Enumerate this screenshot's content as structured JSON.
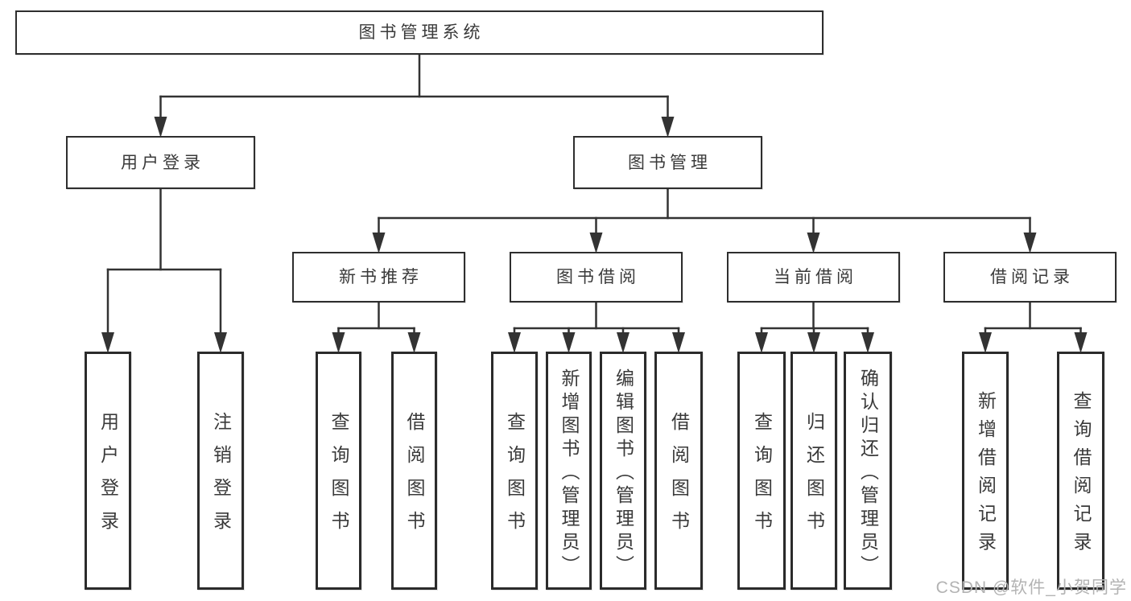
{
  "diagram": {
    "type": "hierarchy-tree",
    "title": "图书管理系统",
    "nodes": [
      {
        "id": "root",
        "label": "图书管理系统",
        "parent": null
      },
      {
        "id": "user-login",
        "label": "用户登录",
        "parent": "root"
      },
      {
        "id": "book-management",
        "label": "图书管理",
        "parent": "root"
      },
      {
        "id": "leaf-user-login",
        "label": "用户登录",
        "parent": "user-login"
      },
      {
        "id": "leaf-logout-login",
        "label": "注销登录",
        "parent": "user-login"
      },
      {
        "id": "new-book-recommend",
        "label": "新书推荐",
        "parent": "book-management"
      },
      {
        "id": "book-borrow",
        "label": "图书借阅",
        "parent": "book-management"
      },
      {
        "id": "current-borrow",
        "label": "当前借阅",
        "parent": "book-management"
      },
      {
        "id": "borrow-records",
        "label": "借阅记录",
        "parent": "book-management"
      },
      {
        "id": "nb-query-books",
        "label": "查询图书",
        "parent": "new-book-recommend"
      },
      {
        "id": "nb-borrow-books",
        "label": "借阅图书",
        "parent": "new-book-recommend"
      },
      {
        "id": "bb-query-books",
        "label": "查询图书",
        "parent": "book-borrow"
      },
      {
        "id": "bb-add-books",
        "label": "新增图书（管理员）",
        "parent": "book-borrow"
      },
      {
        "id": "bb-edit-books",
        "label": "编辑图书（管理员）",
        "parent": "book-borrow"
      },
      {
        "id": "bb-borrow-books",
        "label": "借阅图书",
        "parent": "book-borrow"
      },
      {
        "id": "cb-query-books",
        "label": "查询图书",
        "parent": "current-borrow"
      },
      {
        "id": "cb-return-books",
        "label": "归还图书",
        "parent": "current-borrow"
      },
      {
        "id": "cb-confirm-return",
        "label": "确认归还（管理员）",
        "parent": "current-borrow"
      },
      {
        "id": "br-add-record",
        "label": "新增借阅记录",
        "parent": "borrow-records"
      },
      {
        "id": "br-query-record",
        "label": "查询借阅记录",
        "parent": "borrow-records"
      }
    ]
  },
  "watermark": "CSDN @软件_小贺同学",
  "colors": {
    "background": "#ffffff",
    "line": "#333333",
    "box_border": "#2b2b2b",
    "text": "#3a3a3a",
    "watermark": "#b3b3b3"
  }
}
